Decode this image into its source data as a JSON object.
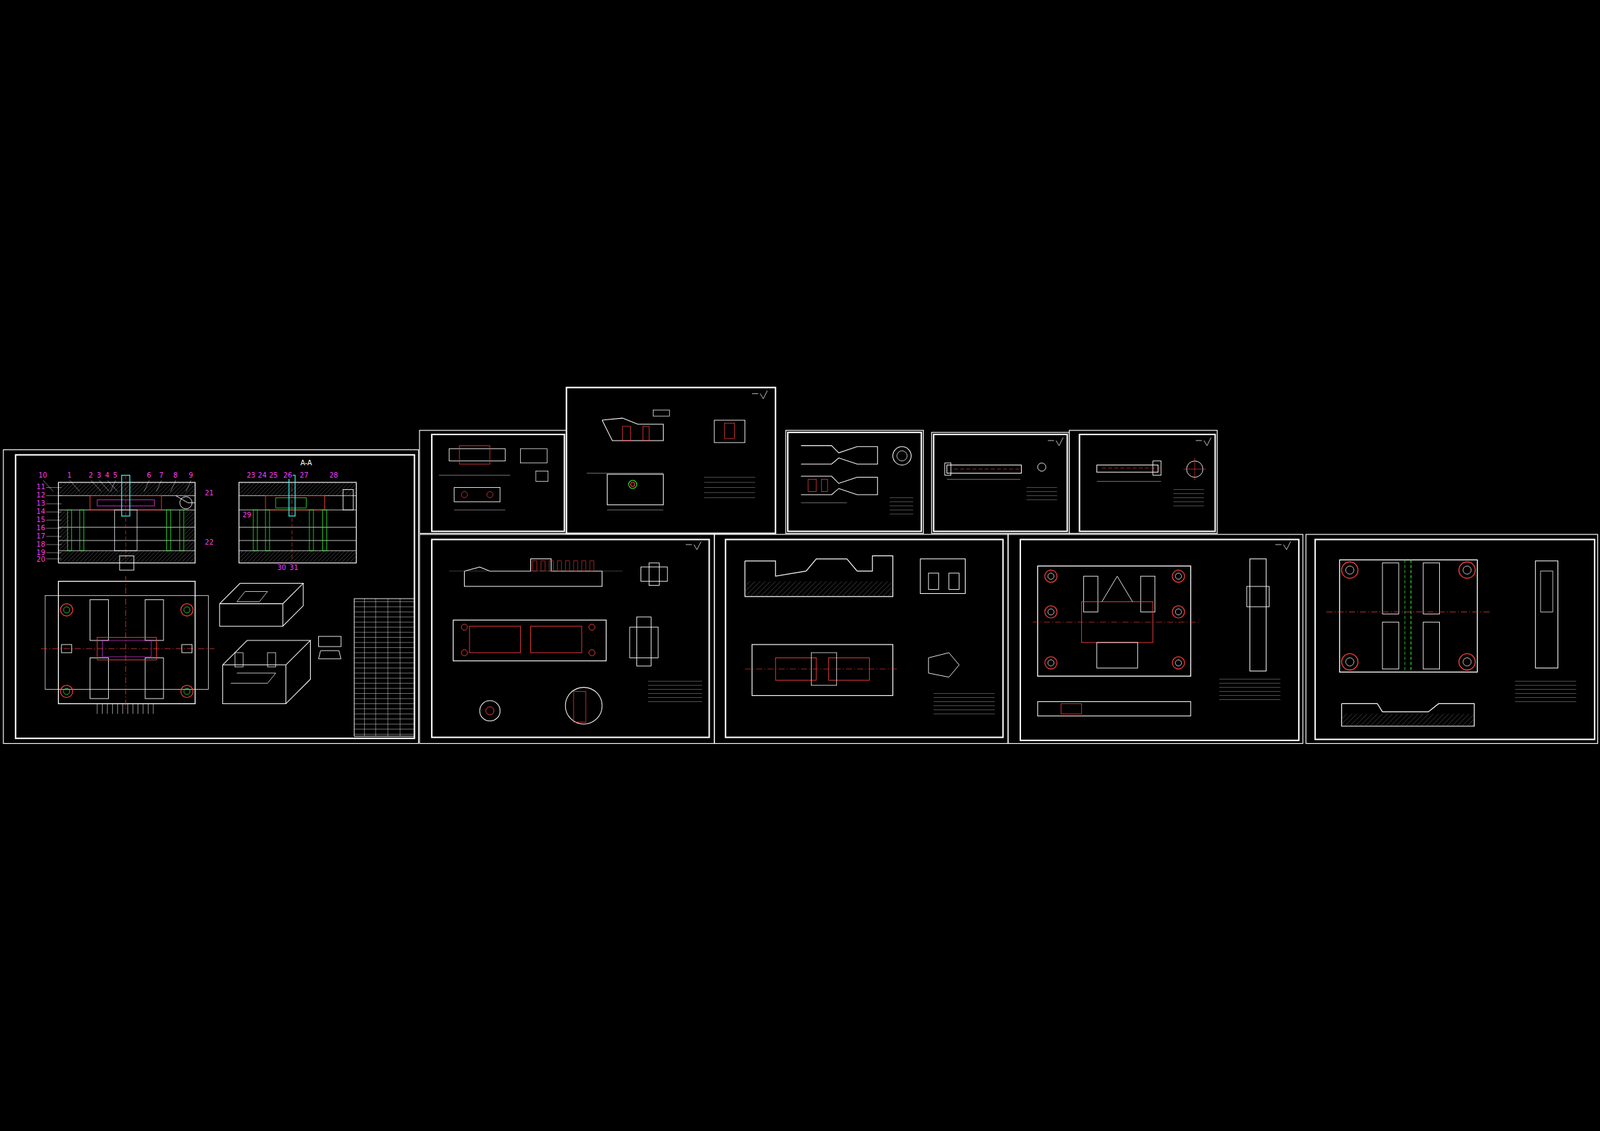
{
  "diagram": {
    "labels": [
      "10",
      "1",
      "2",
      "3",
      "4",
      "5",
      "6",
      "7",
      "8",
      "9",
      "11",
      "12",
      "13",
      "14",
      "15",
      "16",
      "17",
      "18",
      "19",
      "20",
      "21",
      "22",
      "A-A",
      "23",
      "24",
      "25",
      "26",
      "27",
      "28",
      "29",
      "30",
      "31"
    ]
  }
}
